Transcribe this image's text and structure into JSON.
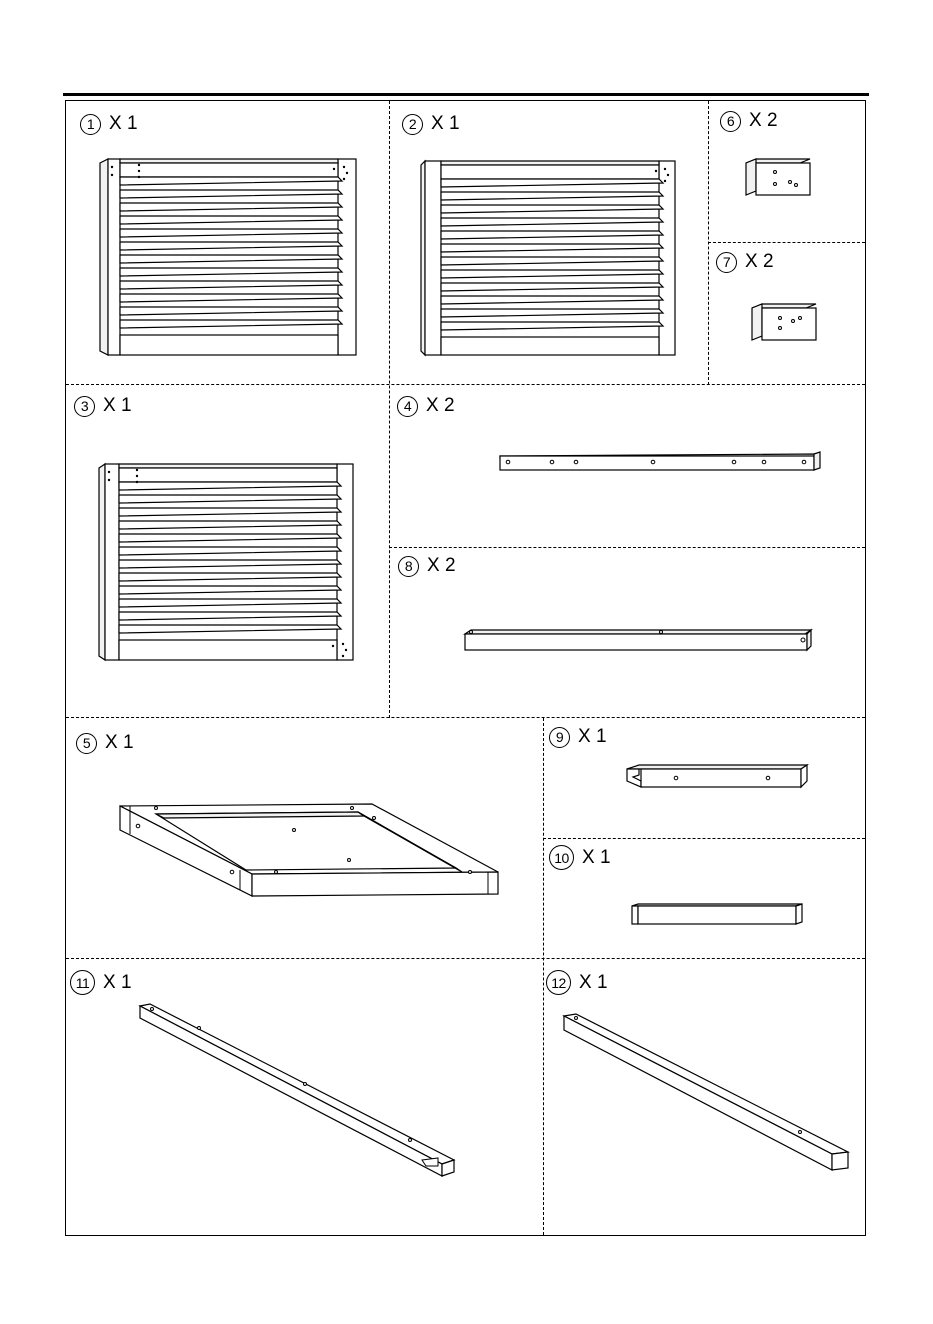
{
  "parts": [
    {
      "id": "1",
      "qty": "X 1"
    },
    {
      "id": "2",
      "qty": "X 1"
    },
    {
      "id": "3",
      "qty": "X 1"
    },
    {
      "id": "4",
      "qty": "X 2"
    },
    {
      "id": "5",
      "qty": "X 1"
    },
    {
      "id": "6",
      "qty": "X 2"
    },
    {
      "id": "7",
      "qty": "X 2"
    },
    {
      "id": "8",
      "qty": "X 2"
    },
    {
      "id": "9",
      "qty": "X 1"
    },
    {
      "id": "10",
      "qty": "X 1"
    },
    {
      "id": "11",
      "qty": "X 1"
    },
    {
      "id": "12",
      "qty": "X 1"
    }
  ]
}
